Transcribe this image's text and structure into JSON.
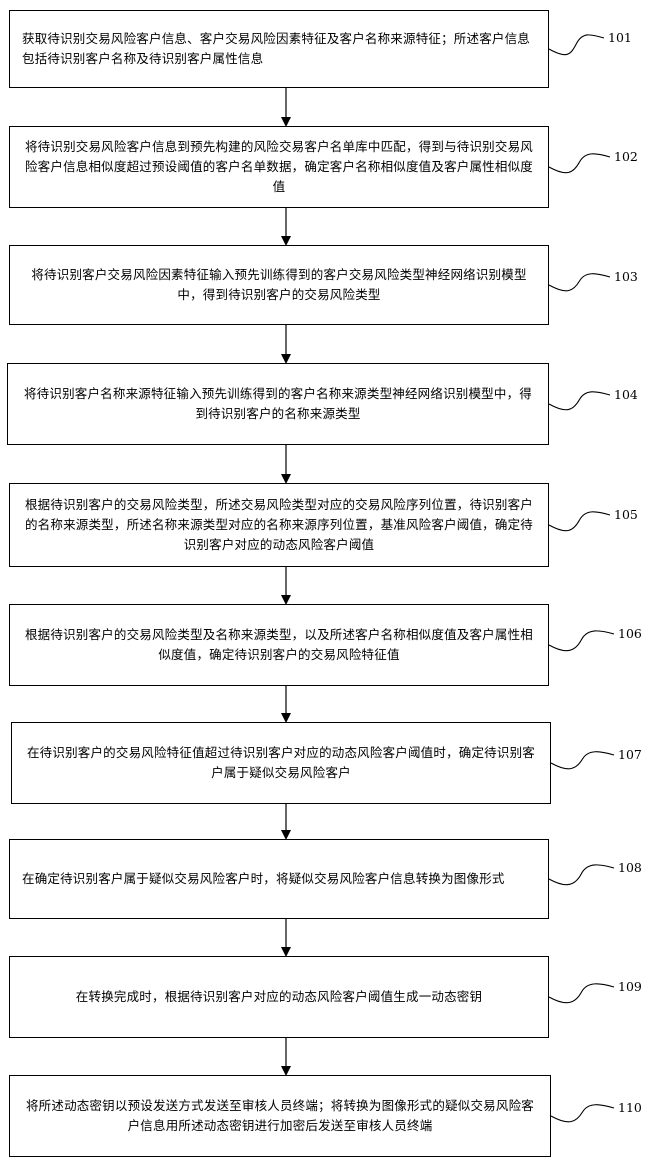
{
  "steps": [
    {
      "number": "101",
      "text": "获取待识别交易风险客户信息、客户交易风险因素特征及客户名称来源特征；所述客户信息包括待识别客户名称及待识别客户属性信息"
    },
    {
      "number": "102",
      "text": "将待识别交易风险客户信息到预先构建的风险交易客户名单库中匹配，得到与待识别交易风险客户信息相似度超过预设阈值的客户名单数据，确定客户名称相似度值及客户属性相似度值"
    },
    {
      "number": "103",
      "text": "将待识别客户交易风险因素特征输入预先训练得到的客户交易风险类型神经网络识别模型中，得到待识别客户的交易风险类型"
    },
    {
      "number": "104",
      "text": "将待识别客户名称来源特征输入预先训练得到的客户名称来源类型神经网络识别模型中，得到待识别客户的名称来源类型"
    },
    {
      "number": "105",
      "text": "根据待识别客户的交易风险类型，所述交易风险类型对应的交易风险序列位置，待识别客户的名称来源类型，所述名称来源类型对应的名称来源序列位置，基准风险客户阈值，确定待识别客户对应的动态风险客户阈值"
    },
    {
      "number": "106",
      "text": "根据待识别客户的交易风险类型及名称来源类型，以及所述客户名称相似度值及客户属性相似度值，确定待识别客户的交易风险特征值"
    },
    {
      "number": "107",
      "text": "在待识别客户的交易风险特征值超过待识别客户对应的动态风险客户阈值时，确定待识别客户属于疑似交易风险客户"
    },
    {
      "number": "108",
      "text": "在确定待识别客户属于疑似交易风险客户时，将疑似交易风险客户信息转换为图像形式"
    },
    {
      "number": "109",
      "text": "在转换完成时，根据待识别客户对应的动态风险客户阈值生成一动态密钥"
    },
    {
      "number": "110",
      "text": "将所述动态密钥以预设发送方式发送至审核人员终端；将转换为图像形式的疑似交易风险客户信息用所述动态密钥进行加密后发送至审核人员终端"
    }
  ]
}
